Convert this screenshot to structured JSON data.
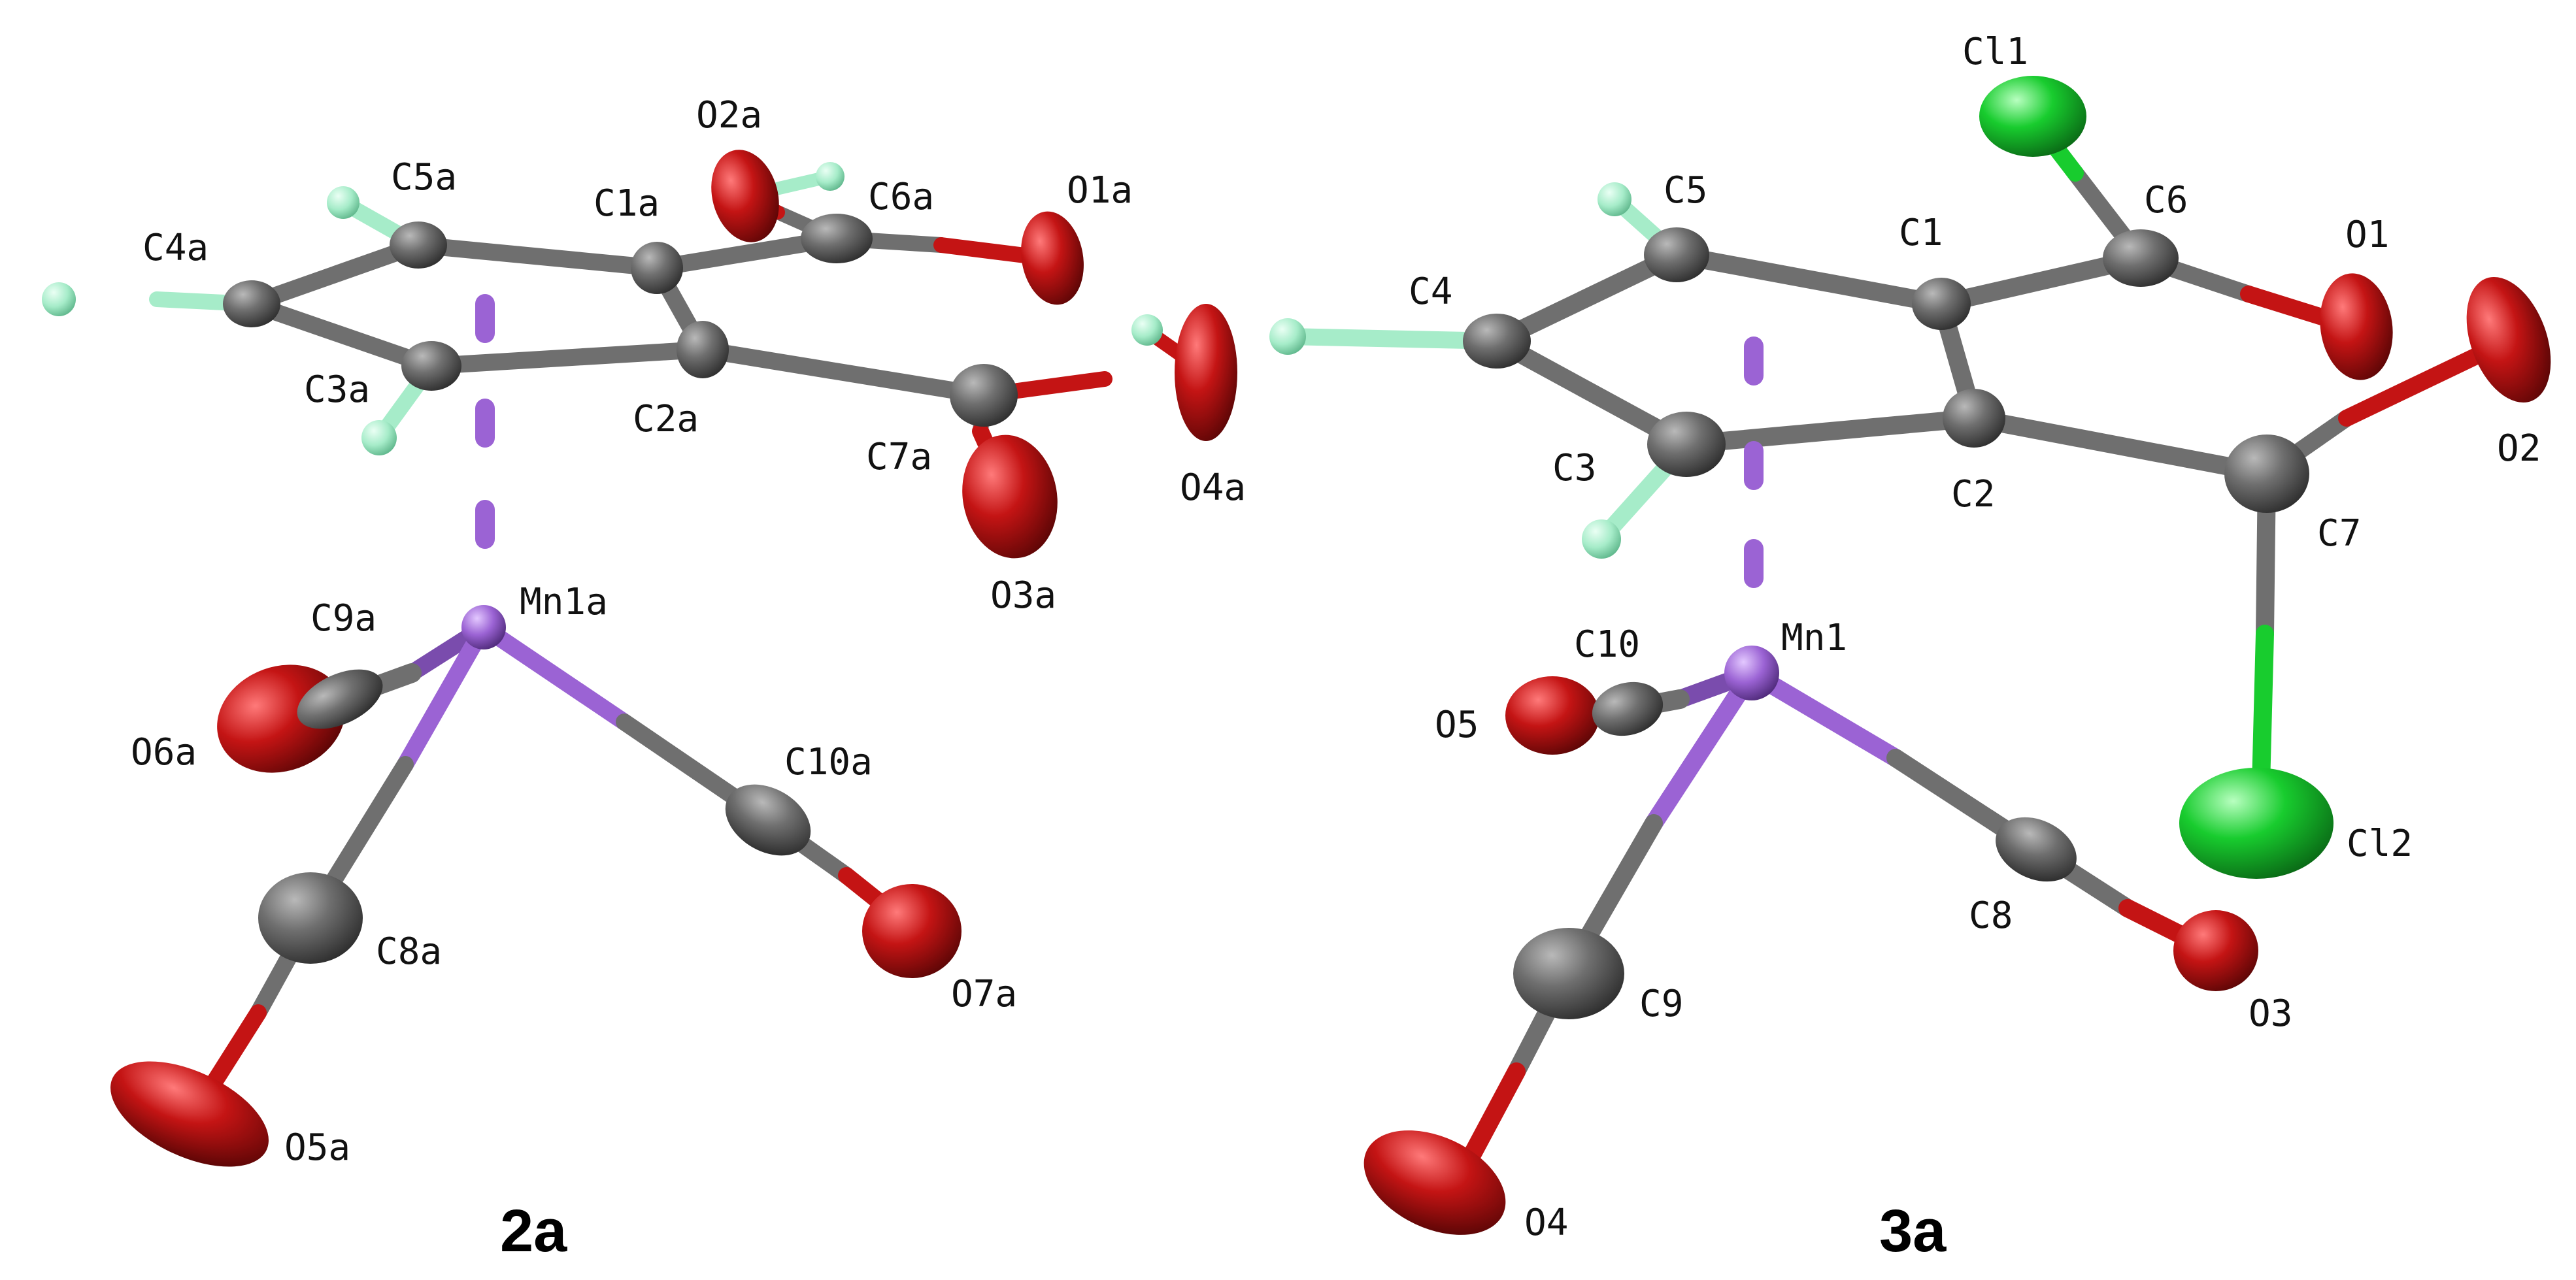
{
  "colors": {
    "carbon": "#6f6f6f",
    "oxygen": "#c41414",
    "hydrogen": "#a6ecc9",
    "manganese": "#9b63d4",
    "chlorine": "#18cc2e",
    "centroid_bond": "#9b63d4"
  },
  "structures": [
    {
      "caption": "2a",
      "atom_labels": [
        "C1a",
        "C2a",
        "C3a",
        "C4a",
        "C5a",
        "C6a",
        "C7a",
        "O1a",
        "O2a",
        "O3a",
        "O4a",
        "Mn1a",
        "C8a",
        "C9a",
        "C10a",
        "O5a",
        "O6a",
        "O7a"
      ]
    },
    {
      "caption": "3a",
      "atom_labels": [
        "C1",
        "C2",
        "C3",
        "C4",
        "C5",
        "C6",
        "C7",
        "O1",
        "O2",
        "Cl1",
        "Cl2",
        "Mn1",
        "C8",
        "C9",
        "C10",
        "O3",
        "O4",
        "O5"
      ]
    }
  ]
}
